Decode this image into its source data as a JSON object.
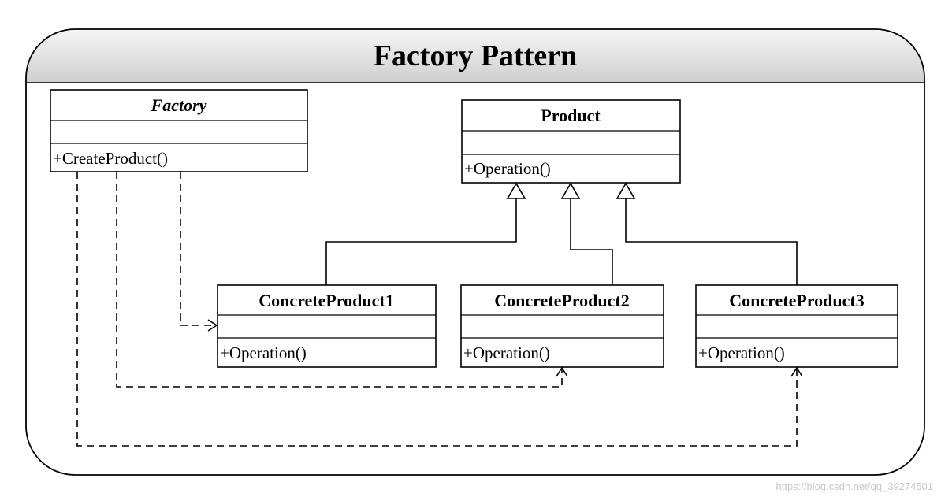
{
  "title": "Factory Pattern",
  "classes": {
    "factory": {
      "name": "Factory",
      "op": "+CreateProduct()"
    },
    "product": {
      "name": "Product",
      "op": "+Operation()"
    },
    "cp1": {
      "name": "ConcreteProduct1",
      "op": "+Operation()"
    },
    "cp2": {
      "name": "ConcreteProduct2",
      "op": "+Operation()"
    },
    "cp3": {
      "name": "ConcreteProduct3",
      "op": "+Operation()"
    }
  },
  "watermark": "https://blog.csdn.net/qq_39274501"
}
